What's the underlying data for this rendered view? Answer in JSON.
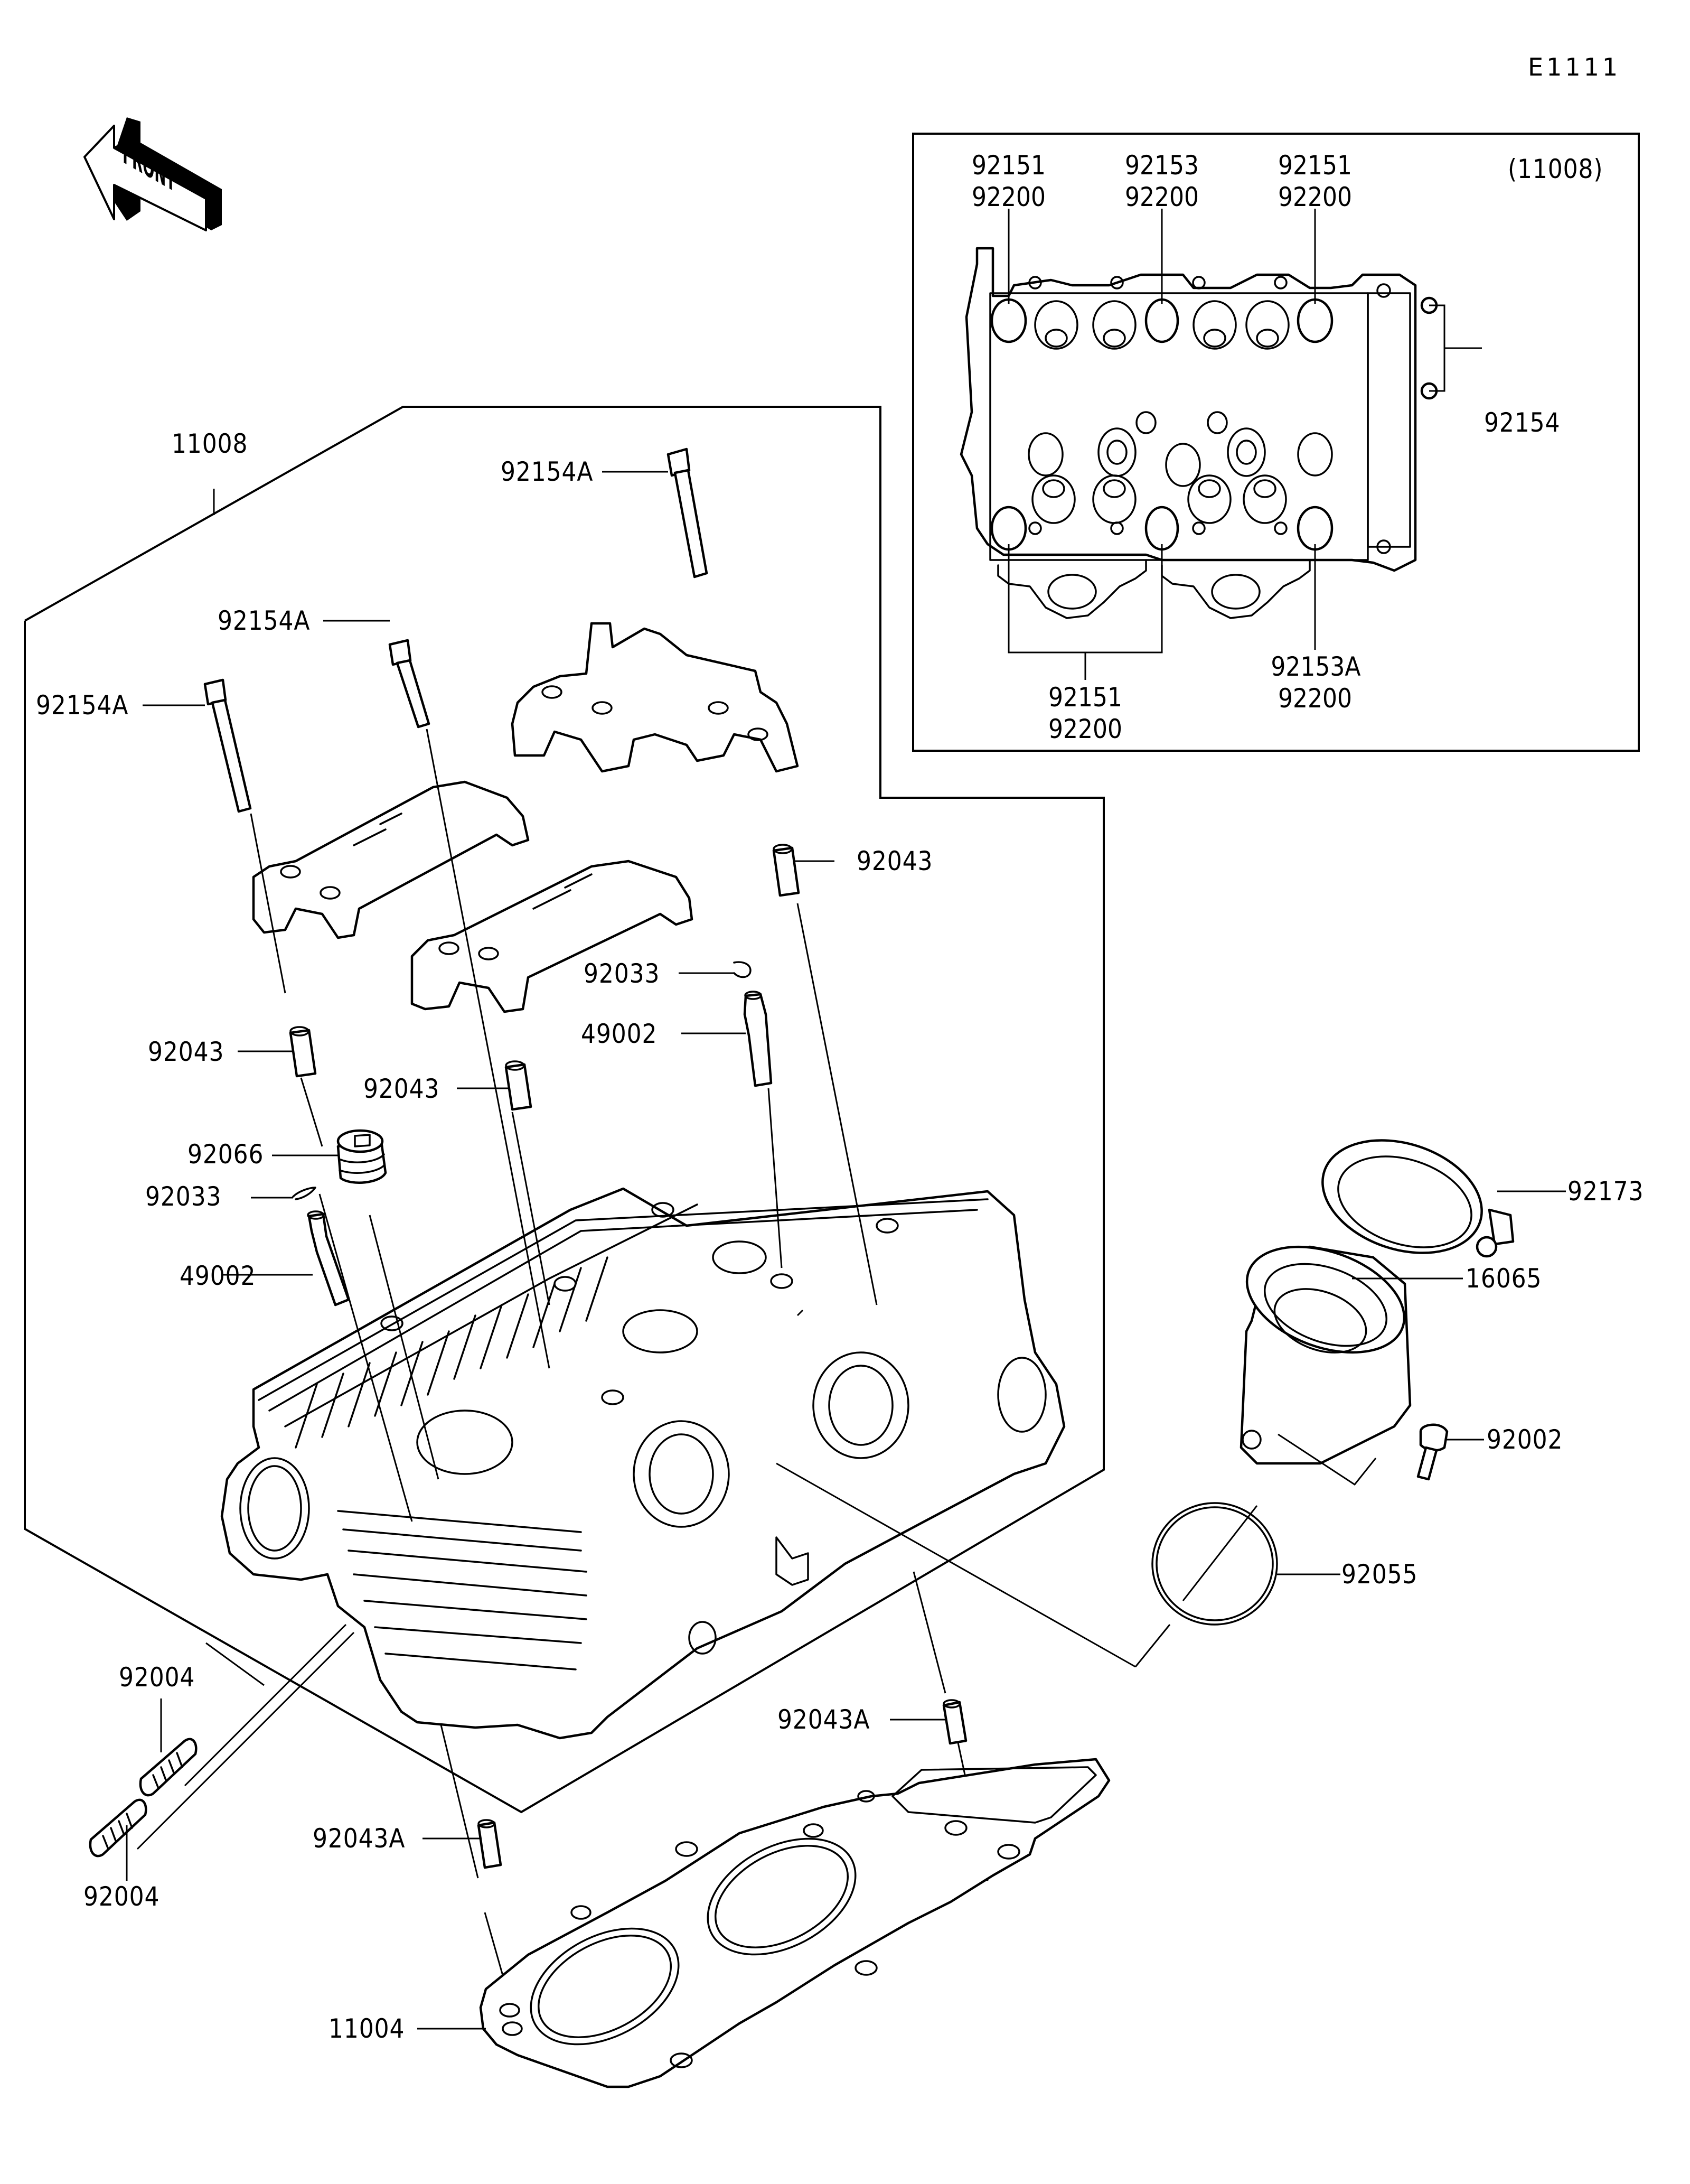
{
  "diagram": {
    "figure_code": "E1111",
    "orientation_marker": "FRONT",
    "main_assembly": "11008",
    "inset": {
      "title": "(11008)",
      "callouts": [
        {
          "id": "inset-top-left",
          "parts": [
            "92151",
            "92200"
          ]
        },
        {
          "id": "inset-top-center",
          "parts": [
            "92153",
            "92200"
          ]
        },
        {
          "id": "inset-top-right",
          "parts": [
            "92151",
            "92200"
          ]
        },
        {
          "id": "inset-right",
          "parts": [
            "92154"
          ]
        },
        {
          "id": "inset-bottom-left",
          "parts": [
            "92151",
            "92200"
          ]
        },
        {
          "id": "inset-bottom-right",
          "parts": [
            "92153A",
            "92200"
          ]
        }
      ]
    },
    "callouts": {
      "assembly_11008": "11008",
      "bolt_92154A_top": "92154A",
      "bolt_92154A_mid": "92154A",
      "bolt_92154A_left": "92154A",
      "dowel_92043_right": "92043",
      "clip_92033_right": "92033",
      "guide_49002_right": "49002",
      "dowel_92043_left": "92043",
      "dowel_92043_center": "92043",
      "plug_92066": "92066",
      "clip_92033_left": "92033",
      "guide_49002_left": "49002",
      "clamp_92173": "92173",
      "holder_16065": "16065",
      "bolt_92002": "92002",
      "oring_92055": "92055",
      "stud_92004_upper": "92004",
      "stud_92004_lower": "92004",
      "dowel_92043A_right": "92043A",
      "dowel_92043A_left": "92043A",
      "gasket_11004": "11004"
    }
  }
}
